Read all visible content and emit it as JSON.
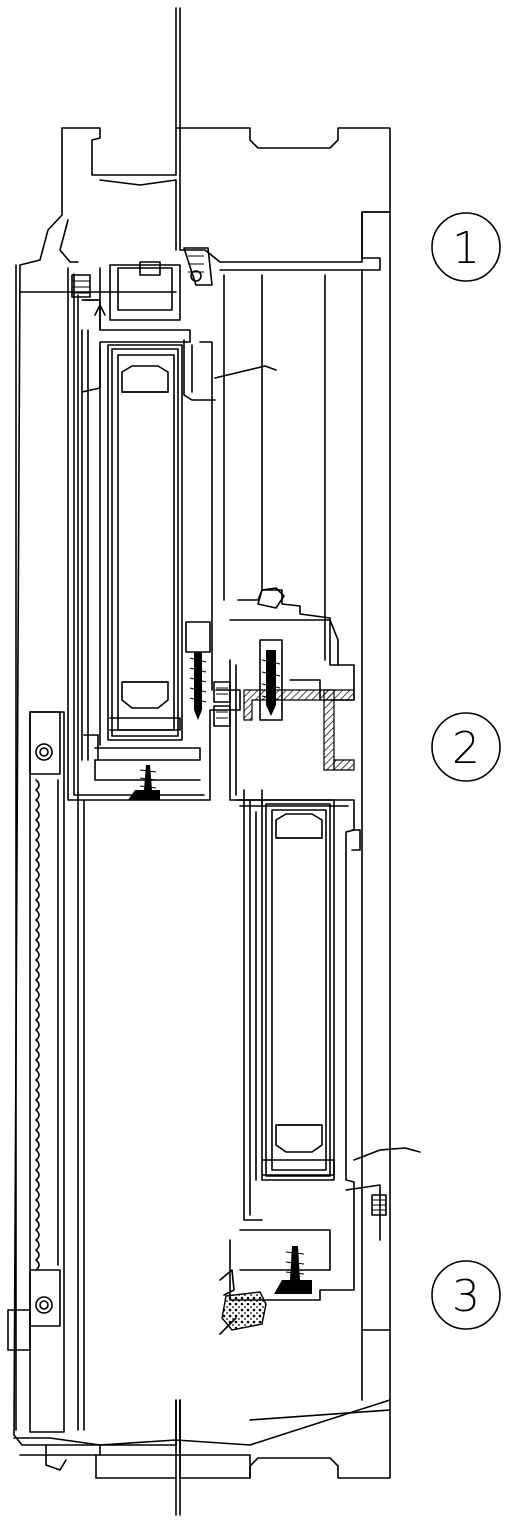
{
  "callouts": [
    {
      "number": "1"
    },
    {
      "number": "2"
    },
    {
      "number": "3"
    }
  ],
  "colors": {
    "line": "#000000",
    "background": "#ffffff"
  },
  "icons": [
    "wall-section",
    "frame-profile",
    "sash-profile",
    "glazing-unit",
    "roller-shutter-guide",
    "screw-icon",
    "seal-icon"
  ]
}
